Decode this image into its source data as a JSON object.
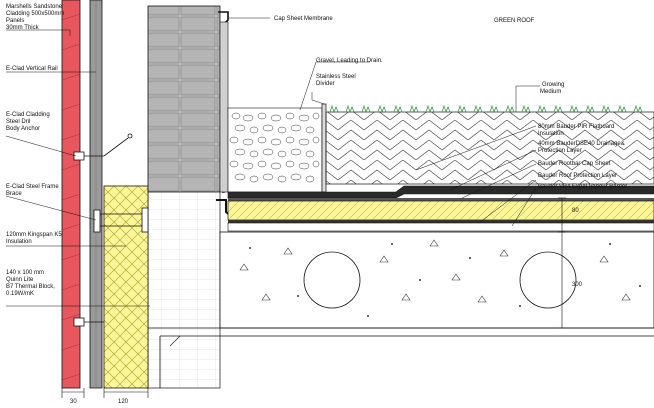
{
  "title": "GREEN ROOF",
  "labels": {
    "cladding": [
      "Marshells Sandstone",
      "Cladding 500x500mm",
      "Panels",
      "30mm Thick"
    ],
    "vertical_rail": [
      "E-Clad Vertical Rail"
    ],
    "body_anchor": [
      "E-Clad Cladding",
      "Steel Dril",
      "Body Anchor"
    ],
    "frame_brace": [
      "E-Clad Steel Frame",
      "Brace"
    ],
    "kingspan": [
      "120mm Kingspan K5",
      "Insulation"
    ],
    "thermal_block": [
      "140 x 100 mm",
      "Quinn Lite",
      "B7 Thermal Block,",
      "0.19W/mK"
    ],
    "cap_sheet": [
      "Cap Sheet Membrane"
    ],
    "gravel": [
      "Gravel, Leading to Drain."
    ],
    "divider": [
      "Stainless Steel",
      "Divider"
    ],
    "growing": [
      "Growing",
      "Medium"
    ],
    "flatboard": [
      "80mm Bauder  PIR Flatboard",
      "Insulation"
    ],
    "drainage": [
      "40mm BauderDSE40 Drainage&",
      "Protection Layer"
    ],
    "rootbar": [
      "Bauder Rootbar Cap Sheet"
    ],
    "roof_protection": [
      "Bauder Roof Protection Layer"
    ],
    "vapour": [
      "Bauder VB4 Expal Vapour Barrier"
    ]
  },
  "dimensions": {
    "d30": "30",
    "d120": "120",
    "d80": "80",
    "d300": "300"
  },
  "colors": {
    "cladding": "#e8565e",
    "insulation": "#fbf59a",
    "insulation_hatch": "#a8a01f",
    "grass": "#3aa04a",
    "rail": "#9a9a9a",
    "block": "#bdbdbd",
    "line": "#111111"
  }
}
